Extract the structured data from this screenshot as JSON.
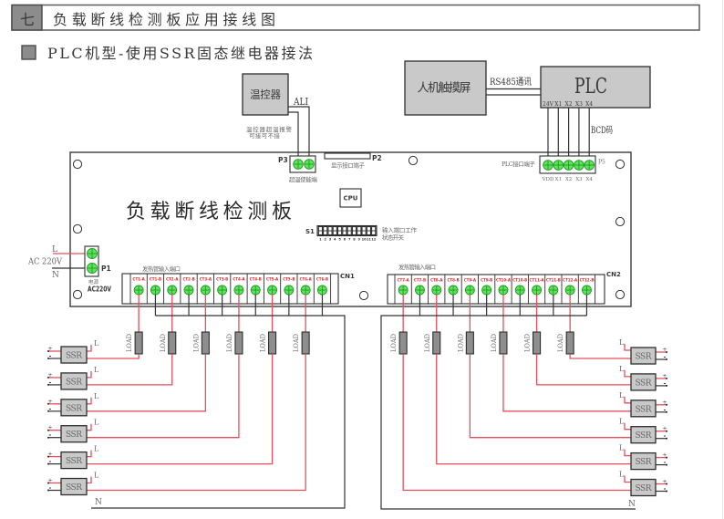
{
  "header": {
    "section_number": "七",
    "title": "负载断线检测板应用接线图"
  },
  "subtitle": "PLC机型-使用SSR固态继电器接法",
  "thermostat": {
    "label": "温控器",
    "alarm_signal": "ALI",
    "note_line1": "温控器超温报警",
    "note_line2": "可接可不接"
  },
  "hmi": {
    "label": "人机触摸屏",
    "link_label": "RS485通讯"
  },
  "plc": {
    "label": "PLC",
    "pins": [
      "24V",
      "X1",
      "X2",
      "X3",
      "X4"
    ],
    "bus_label": "BCD码"
  },
  "power_input": {
    "voltage_label": "AC 220V",
    "live_label": "L",
    "neutral_label": "N"
  },
  "board": {
    "title": "负载断线检测板",
    "cpu_label": "CPU",
    "p1": {
      "id": "P1",
      "caption_line1": "电源",
      "caption_line2": "AC220V"
    },
    "p2": {
      "id": "P2",
      "caption": "显示接口端子"
    },
    "p3": {
      "id": "P3",
      "caption": "超温使能端"
    },
    "p5": {
      "id": "P5",
      "caption": "PLC接口端子",
      "pins": [
        "VDD",
        "X1",
        "X2",
        "X3",
        "X4"
      ]
    },
    "s1": {
      "id": "S1",
      "switch_numbers": [
        "1",
        "2",
        "3",
        "4",
        "5",
        "6",
        "7",
        "8",
        "9",
        "10",
        "11",
        "12"
      ],
      "caption_line1": "输入端口工作",
      "caption_line2": "状态开关"
    },
    "cn1": {
      "id": "CN1",
      "caption": "发热管输入端口",
      "terminals": [
        "CT1-A",
        "CT1-B",
        "CT2-A",
        "CT2-B",
        "CT3-A",
        "CT3-B",
        "CT4-A",
        "CT4-B",
        "CT5-A",
        "CT5-B",
        "CT6-A",
        "CT6-B"
      ]
    },
    "cn2": {
      "id": "CN2",
      "caption": "发热管输入端口",
      "terminals": [
        "CT7-A",
        "CT7-B",
        "CT8-A",
        "CT8-B",
        "CT9-A",
        "CT9-B",
        "CT10-A",
        "CT10-B",
        "CT11-A",
        "CT11-B",
        "CT12-A",
        "CT12-B"
      ]
    }
  },
  "load": {
    "label": "LOAD"
  },
  "ssr": {
    "label": "SSR",
    "plus_symbol": "+",
    "minus_symbol": "-",
    "line_label": "L"
  },
  "neutral_bus_label": "N",
  "colors": {
    "live_wire": "#e2505e",
    "neutral_wire": "#333333",
    "component_fill": "#c9c9c9",
    "load_fill": "#8e8e8e",
    "heading_badge": "#8c8c8c",
    "terminal_fill": "#5fe35f",
    "terminal_outline": "#1f9a1f",
    "terminal_label": "#e3262b"
  }
}
